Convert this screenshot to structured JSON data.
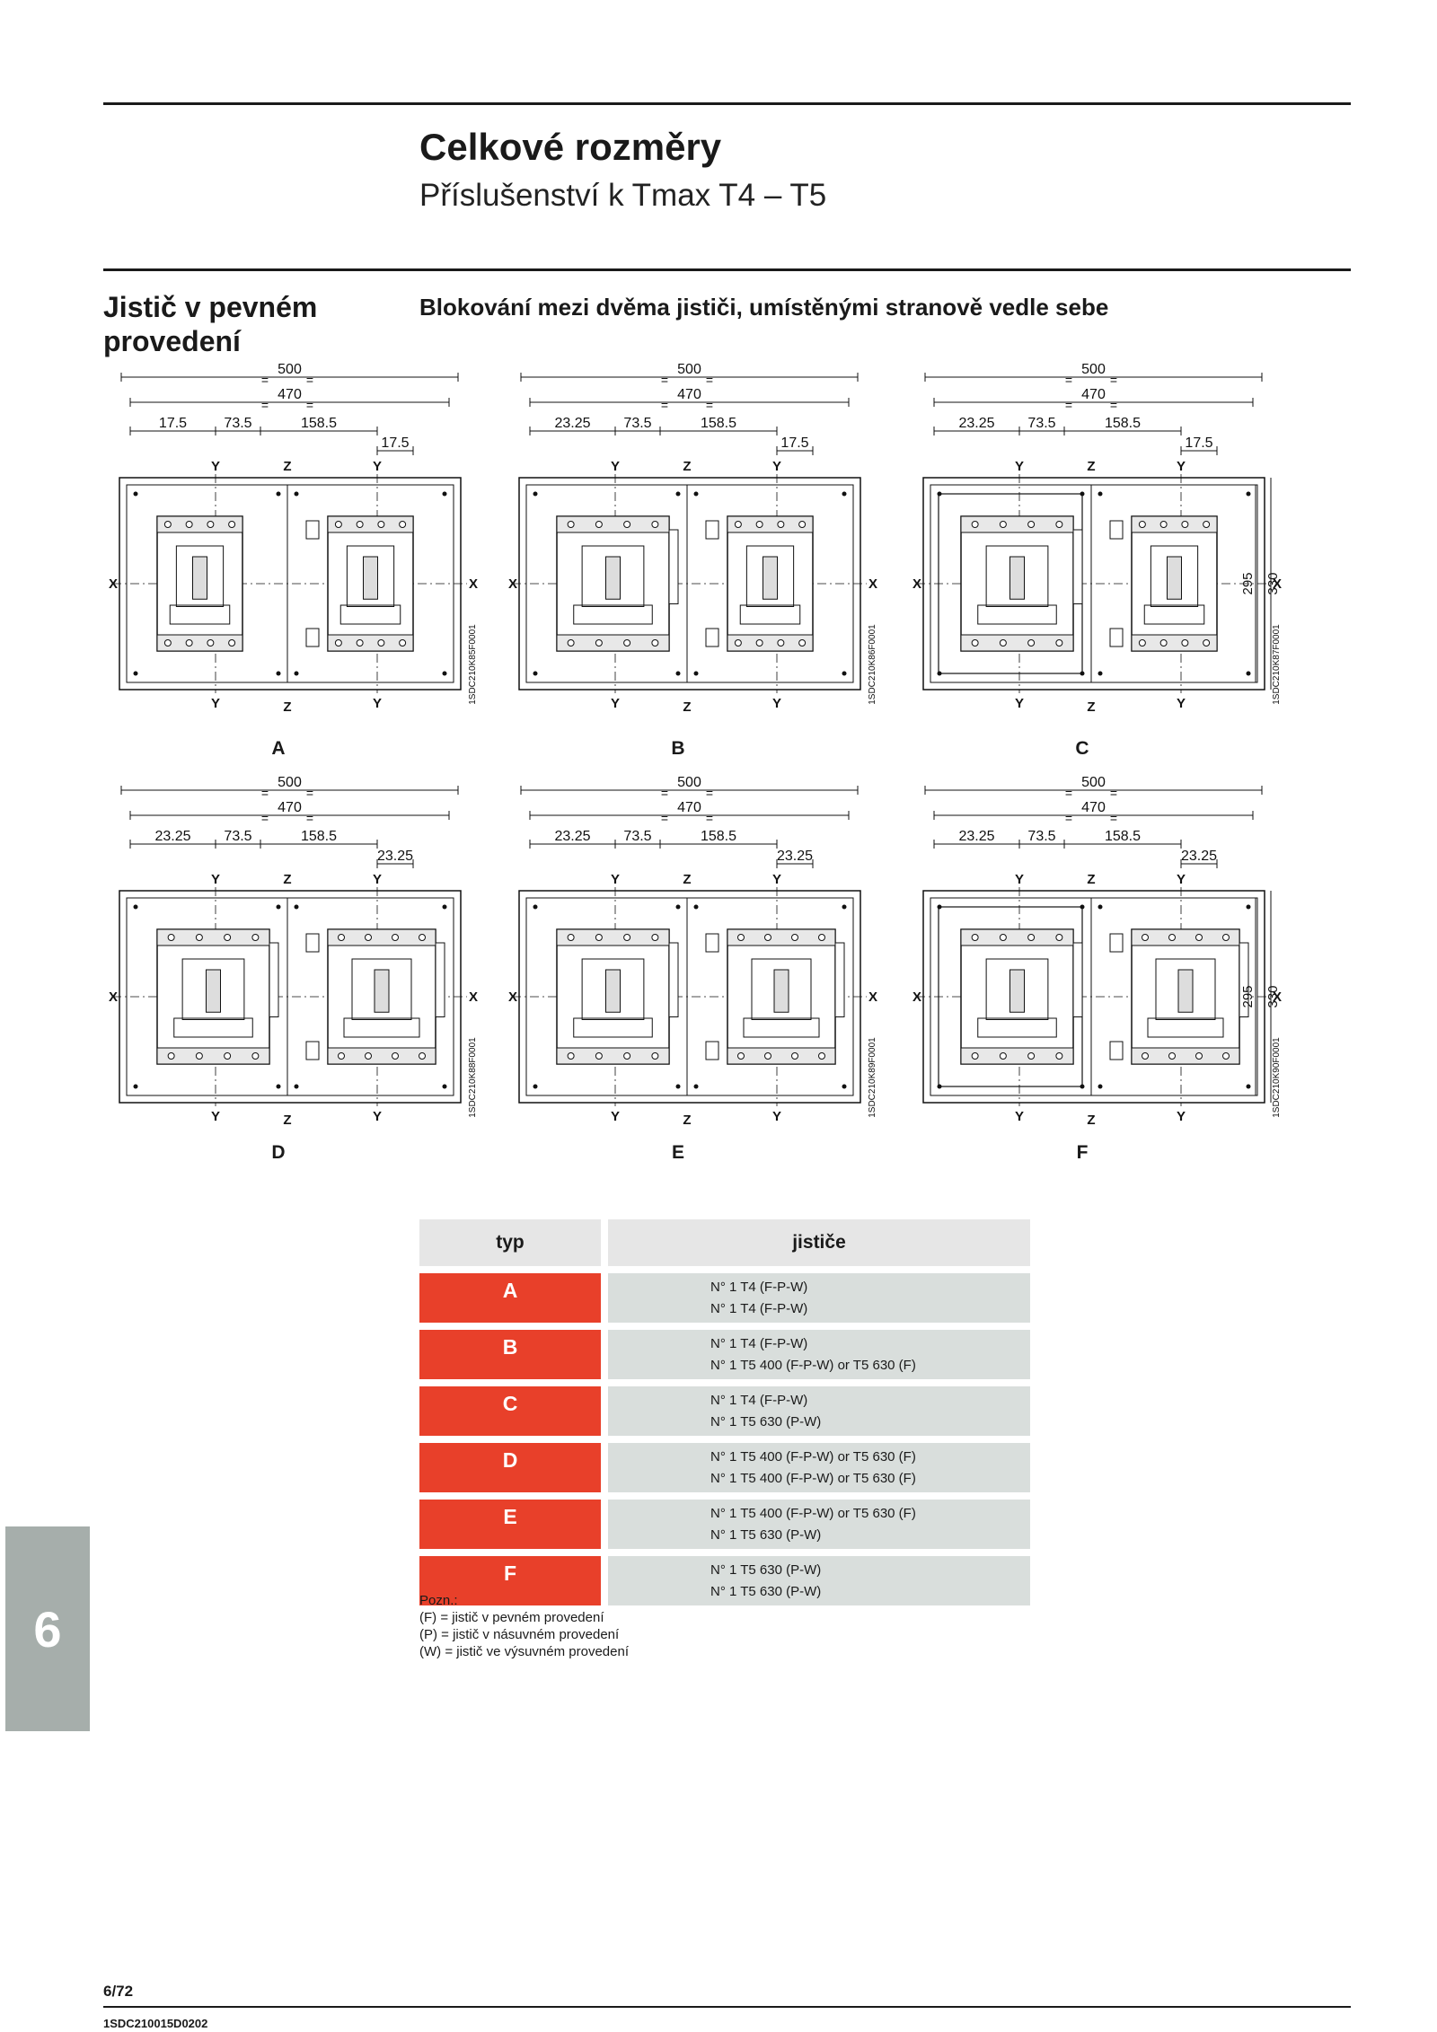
{
  "header": {
    "title": "Celkové rozměry",
    "subtitle": "Příslušenství k Tmax T4 – T5"
  },
  "side_heading": "Jistič v pevném provedení",
  "section_heading": "Blokování mezi dvěma jističi, umístěnými stranově vedle sebe",
  "diagrams": [
    {
      "id": "A",
      "code": "1SDC210K85F0001",
      "dims": {
        "total": "500",
        "inner": "470",
        "left": "17.5",
        "mid": "73.5",
        "right": "158.5",
        "edge": "17.5"
      }
    },
    {
      "id": "B",
      "code": "1SDC210K86F0001",
      "dims": {
        "total": "500",
        "inner": "470",
        "left": "23.25",
        "mid": "73.5",
        "right": "158.5",
        "edge": "17.5"
      }
    },
    {
      "id": "C",
      "code": "1SDC210K87F0001",
      "dims": {
        "total": "500",
        "inner": "470",
        "left": "23.25",
        "mid": "73.5",
        "right": "158.5",
        "edge": "17.5",
        "height": "330",
        "height_inner": "295"
      }
    },
    {
      "id": "D",
      "code": "1SDC210K88F0001",
      "dims": {
        "total": "500",
        "inner": "470",
        "left": "23.25",
        "mid": "73.5",
        "right": "158.5",
        "edge": "23.25"
      }
    },
    {
      "id": "E",
      "code": "1SDC210K89F0001",
      "dims": {
        "total": "500",
        "inner": "470",
        "left": "23.25",
        "mid": "73.5",
        "right": "158.5",
        "edge": "23.25"
      }
    },
    {
      "id": "F",
      "code": "1SDC210K90F0001",
      "dims": {
        "total": "500",
        "inner": "470",
        "left": "23.25",
        "mid": "73.5",
        "right": "158.5",
        "edge": "23.25",
        "height": "330",
        "height_inner": "295"
      }
    }
  ],
  "axis_labels": {
    "x": "X",
    "y": "Y",
    "z": "Z",
    "eq": "="
  },
  "table": {
    "headers": [
      "typ",
      "jističe"
    ],
    "rows": [
      {
        "typ": "A",
        "lines": [
          "N° 1 T4 (F-P-W)",
          "N° 1 T4 (F-P-W)"
        ]
      },
      {
        "typ": "B",
        "lines": [
          "N° 1 T4 (F-P-W)",
          "N° 1 T5 400 (F-P-W) or T5 630 (F)"
        ]
      },
      {
        "typ": "C",
        "lines": [
          "N° 1 T4 (F-P-W)",
          "N° 1 T5 630 (P-W)"
        ]
      },
      {
        "typ": "D",
        "lines": [
          "N° 1 T5 400 (F-P-W) or T5 630 (F)",
          "N° 1 T5 400 (F-P-W) or T5 630 (F)"
        ]
      },
      {
        "typ": "E",
        "lines": [
          "N° 1 T5 400 (F-P-W) or T5 630 (F)",
          "N° 1 T5 630 (P-W)"
        ]
      },
      {
        "typ": "F",
        "lines": [
          "N° 1 T5 630 (P-W)",
          "N° 1 T5 630 (P-W)"
        ]
      }
    ]
  },
  "notes": {
    "title": "Pozn.:",
    "lines": [
      "(F) = jistič v pevném provedení",
      "(P) = jistič v násuvném provedení",
      "(W) = jistič ve výsuvném provedení"
    ]
  },
  "chapter_tab": "6",
  "footer": {
    "page": "6/72",
    "code": "1SDC210015D0202"
  },
  "colors": {
    "accent_red": "#e8402a",
    "table_grey": "#d9dedc",
    "tab_grey": "#a6aeab"
  }
}
